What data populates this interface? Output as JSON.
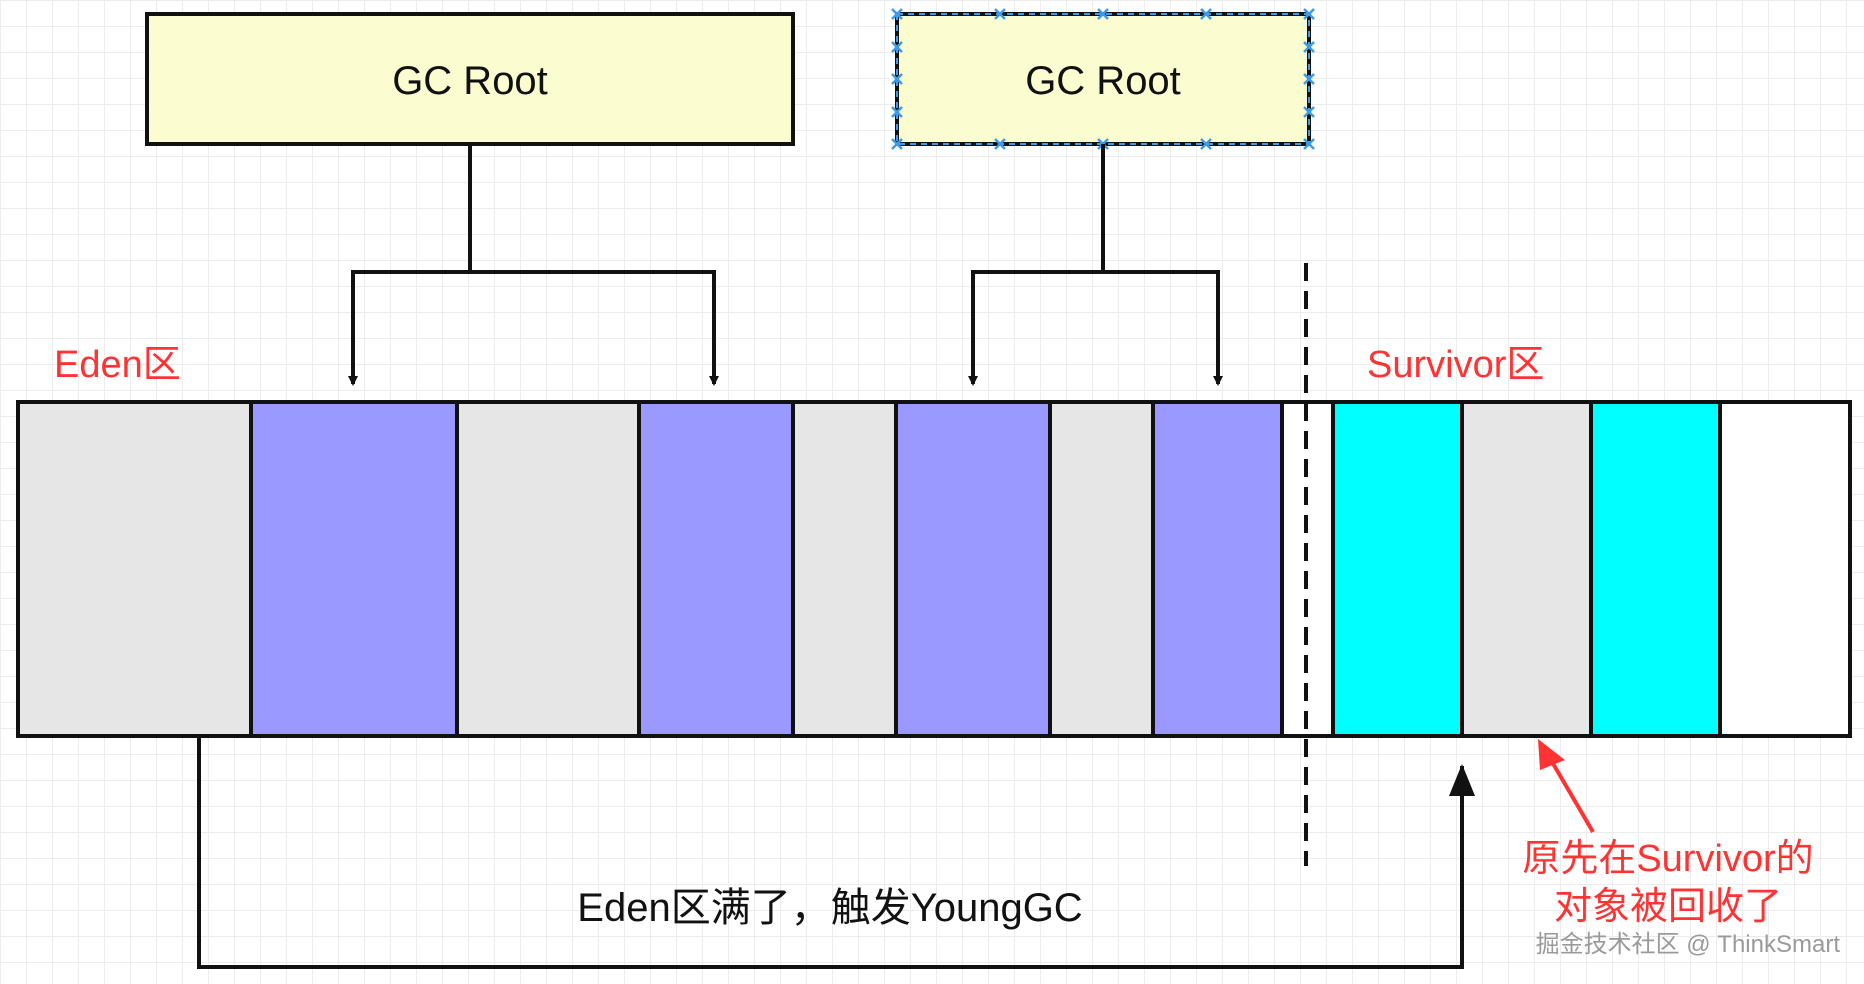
{
  "gc_roots": [
    {
      "id": "left",
      "label": "GC Root"
    },
    {
      "id": "right",
      "label": "GC Root",
      "selected": true
    }
  ],
  "regions": {
    "eden": {
      "label": "Eden区"
    },
    "survivor": {
      "label": "Survivor区"
    }
  },
  "memory_cells": [
    {
      "region": "eden",
      "state": "garbage"
    },
    {
      "region": "eden",
      "state": "live"
    },
    {
      "region": "eden",
      "state": "garbage"
    },
    {
      "region": "eden",
      "state": "live"
    },
    {
      "region": "eden",
      "state": "garbage"
    },
    {
      "region": "eden",
      "state": "live"
    },
    {
      "region": "eden",
      "state": "garbage"
    },
    {
      "region": "eden",
      "state": "live"
    },
    {
      "region": "eden",
      "state": "free"
    },
    {
      "region": "survivor",
      "state": "survivor-live"
    },
    {
      "region": "survivor",
      "state": "garbage"
    },
    {
      "region": "survivor",
      "state": "survivor-live"
    },
    {
      "region": "survivor",
      "state": "free"
    }
  ],
  "trigger_label": "Eden区满了，触发YoungGC",
  "annotation": {
    "line1": "原先在Survivor的",
    "line2": "对象被回收了"
  },
  "watermark": "掘金技术社区 @ ThinkSmart",
  "colors": {
    "root_fill": "#fbfcd0",
    "live": "#9999ff",
    "garbage": "#e6e6e6",
    "survivor_live": "#00ffff",
    "free": "#ffffff",
    "accent_red": "#ff3333",
    "stroke": "#111111",
    "selection": "#3d9be9"
  }
}
